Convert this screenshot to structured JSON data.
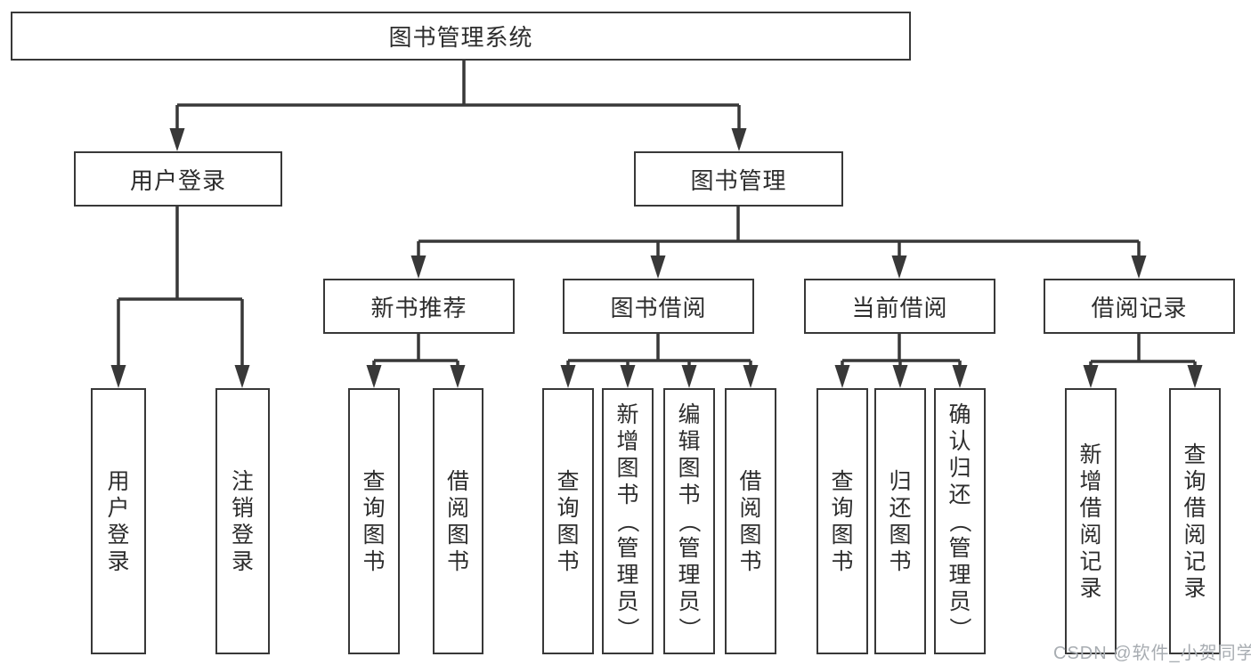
{
  "diagram": {
    "title": "图书管理系统",
    "nodes": {
      "user_login": "用户登录",
      "book_management": "图书管理",
      "new_book_recommend": "新书推荐",
      "book_borrow": "图书借阅",
      "current_borrow": "当前借阅",
      "borrow_record": "借阅记录"
    },
    "leaves": {
      "user_login_leaves": [
        "用户登录",
        "注销登录"
      ],
      "new_book_leaves": [
        "查询图书",
        "借阅图书"
      ],
      "book_borrow_leaves": [
        "查询图书",
        "新增图书（管理员）",
        "编辑图书（管理员）",
        "借阅图书"
      ],
      "current_borrow_leaves": [
        "查询图书",
        "归还图书",
        "确认归还（管理员）"
      ],
      "borrow_record_leaves": [
        "新增借阅记录",
        "查询借阅记录"
      ]
    }
  },
  "watermark": "CSDN @软件_小贺同学",
  "colors": {
    "line": "#383838",
    "box_border": "#383838",
    "text": "#2d2d2d",
    "watermark": "#a8adb2",
    "background": "#ffffff"
  }
}
